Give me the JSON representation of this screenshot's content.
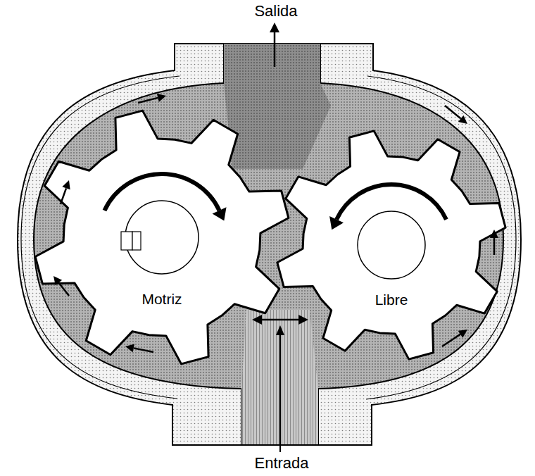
{
  "diagram": {
    "nodes": [
      {
        "text": [
          "Motriz"
        ]
      },
      {
        "text": [
          "Libre"
        ]
      }
    ],
    "labels": [
      "Salida",
      "Entrada"
    ]
  }
}
